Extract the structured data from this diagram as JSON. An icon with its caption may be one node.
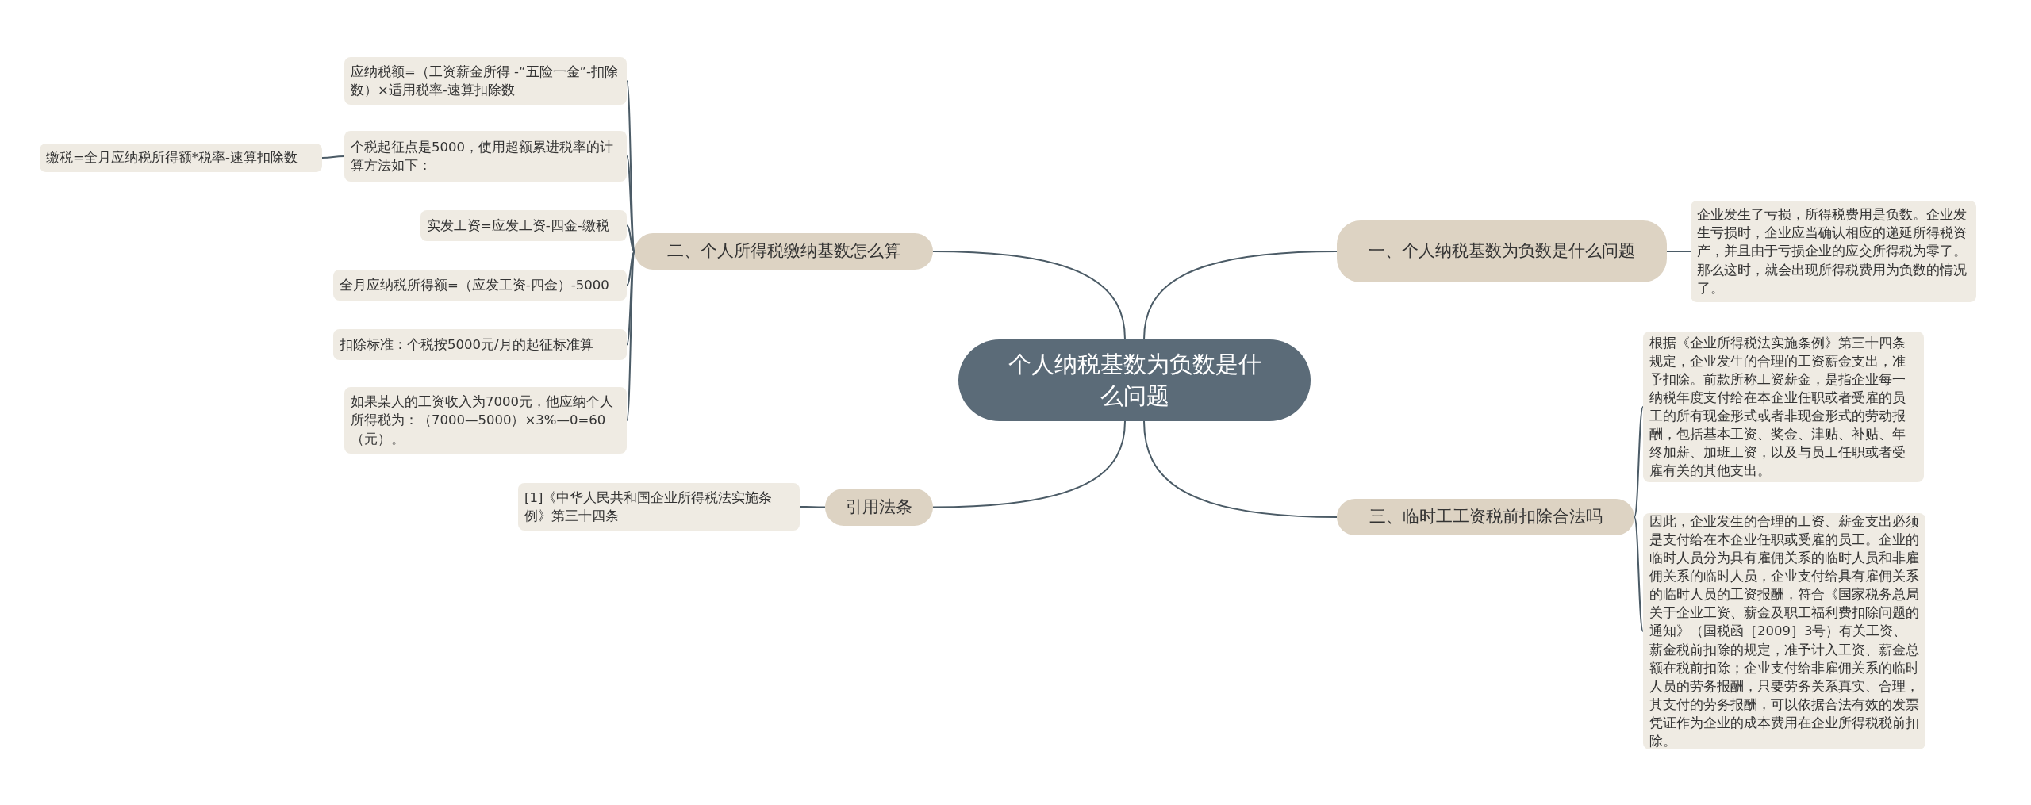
{
  "diagram": {
    "nodes": [
      {
        "text": [
          "个人纳税基数为负数是什么问题"
        ]
      },
      {
        "text": [
          "一、个人纳税基数为负数是什么问题"
        ]
      },
      {
        "text": [
          "企业发生了亏损，所得税费用是负数。企业发生亏损时，企业应当确认相应的递延所得税资产，并且由于亏损企业的应交所得税为零了。那么这时，就会出现所得税费用为负数的情况了。"
        ]
      },
      {
        "text": [
          "三、临时工工资税前扣除合法吗"
        ]
      },
      {
        "text": [
          "根据《企业所得税法实施条例》第三十四条规定，企业发生的合理的工资薪金支出，准予扣除。前款所称工资薪金，是指企业每一纳税年度支付给在本企业任职或者受雇的员工的所有现金形式或者非现金形式的劳动报酬，包括基本工资、奖金、津贴、补贴、年终加薪、加班工资，以及与员工任职或者受雇有关的其他支出。"
        ]
      },
      {
        "text": [
          "因此，企业发生的合理的工资、薪金支出必须是支付给在本企业任职或受雇的员工。企业的临时人员分为具有雇佣关系的临时人员和非雇佣关系的临时人员，企业支付给具有雇佣关系的临时人员的工资报酬，符合《国家税务总局关于企业工资、薪金及职工福利费扣除问题的通知》（国税函［2009］3号）有关工资、薪金税前扣除的规定，准予计入工资、薪金总额在税前扣除；企业支付给非雇佣关系的临时人员的劳务报酬，只要劳务关系真实、合理，其支付的劳务报酬，可以依据合法有效的发票凭证作为企业的成本费用在企业所得税税前扣除。"
        ]
      },
      {
        "text": [
          "二、个人所得税缴纳基数怎么算"
        ]
      },
      {
        "text": [
          "应纳税额=（工资薪金所得 -“五险一金”-扣除数）×适用税率-速算扣除数"
        ]
      },
      {
        "text": [
          "个税起征点是5000，使用超额累进税率的计算方法如下："
        ]
      },
      {
        "text": [
          "缴税=全月应纳税所得额*税率-速算扣除数"
        ]
      },
      {
        "text": [
          "实发工资=应发工资-四金-缴税"
        ]
      },
      {
        "text": [
          "全月应纳税所得额=（应发工资-四金）-5000"
        ]
      },
      {
        "text": [
          "扣除标准：个税按5000元/月的起征标准算"
        ]
      },
      {
        "text": [
          "如果某人的工资收入为7000元，他应纳个人所得税为：（7000—5000）×3%—0=60（元）。"
        ]
      },
      {
        "text": [
          "引用法条"
        ]
      },
      {
        "text": [
          "[1]《中华人民共和国企业所得税法实施条例》第三十四条"
        ]
      }
    ],
    "edges": [
      {
        "from": 0,
        "to": 1,
        "arrow": "none"
      },
      {
        "from": 1,
        "to": 2,
        "arrow": "none"
      },
      {
        "from": 0,
        "to": 3,
        "arrow": "none"
      },
      {
        "from": 3,
        "to": 4,
        "arrow": "none"
      },
      {
        "from": 3,
        "to": 5,
        "arrow": "none"
      },
      {
        "from": 0,
        "to": 6,
        "arrow": "none"
      },
      {
        "from": 6,
        "to": 7,
        "arrow": "none"
      },
      {
        "from": 6,
        "to": 8,
        "arrow": "none"
      },
      {
        "from": 8,
        "to": 9,
        "arrow": "none"
      },
      {
        "from": 6,
        "to": 10,
        "arrow": "none"
      },
      {
        "from": 6,
        "to": 11,
        "arrow": "none"
      },
      {
        "from": 6,
        "to": 12,
        "arrow": "none"
      },
      {
        "from": 6,
        "to": 13,
        "arrow": "none"
      },
      {
        "from": 0,
        "to": 14,
        "arrow": "none"
      },
      {
        "from": 14,
        "to": 15,
        "arrow": "none"
      }
    ]
  }
}
